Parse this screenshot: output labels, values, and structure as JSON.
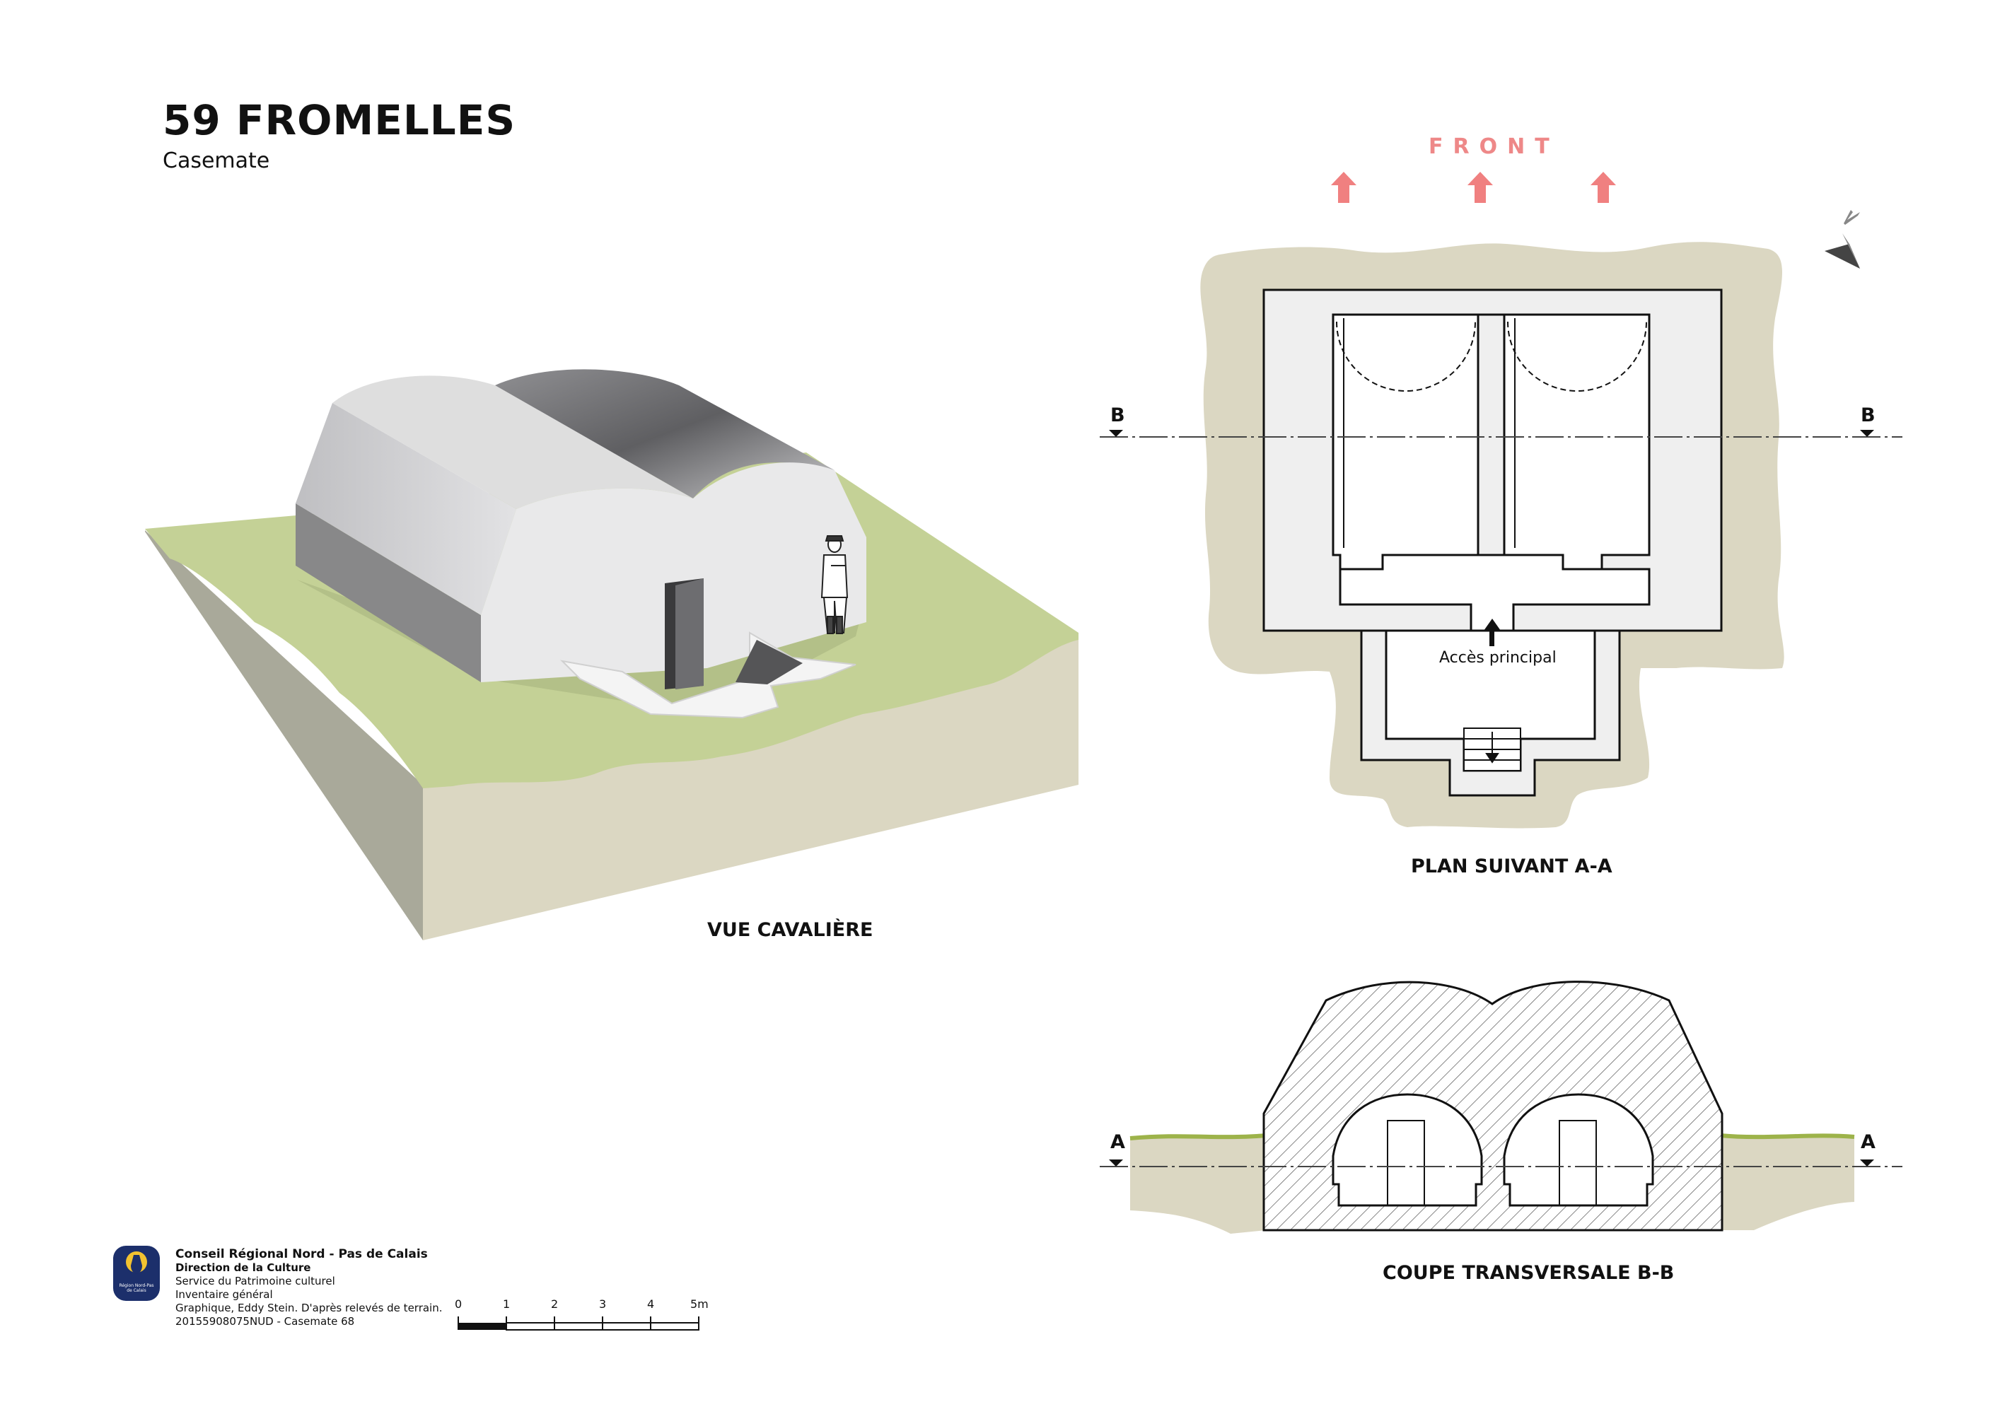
{
  "header": {
    "title": "59 FROMELLES",
    "subtitle": "Casemate"
  },
  "front": {
    "label": "FRONT"
  },
  "plan": {
    "caption": "PLAN SUIVANT A-A",
    "section_marker": "B",
    "access_label": "Accès principal",
    "north": "N"
  },
  "view": {
    "caption": "VUE CAVALIÈRE"
  },
  "section": {
    "caption": "COUPE TRANSVERSALE B-B",
    "section_marker": "A"
  },
  "credits": {
    "line1": "Conseil Régional Nord - Pas de Calais",
    "line2": "Direction de la Culture",
    "line3": "Service du Patrimoine culturel",
    "line4": "Inventaire général",
    "line5": "Graphique, Eddy Stein. D'après relevés de terrain.",
    "line6": "20155908075NUD - Casemate 68",
    "logo_text": "Région Nord-Pas de Calais"
  },
  "scale": {
    "ticks": [
      "0",
      "1",
      "2",
      "3",
      "4",
      "5m"
    ]
  },
  "colors": {
    "terrain": "#dbd7c2",
    "grass": "#c4d196",
    "concrete": "#efefef",
    "front": "#f08080",
    "logo": "#1c2f6b"
  }
}
